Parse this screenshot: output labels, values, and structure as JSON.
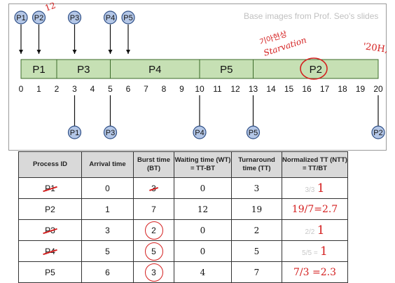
{
  "credit": "Base images from Prof. Seo's slides",
  "gantt": {
    "segments": [
      {
        "label": "P1",
        "start": 0,
        "end": 2
      },
      {
        "label": "P3",
        "start": 2,
        "end": 5
      },
      {
        "label": "P4",
        "start": 5,
        "end": 10
      },
      {
        "label": "P5",
        "start": 10,
        "end": 13
      },
      {
        "label": "P2",
        "start": 13,
        "end": 20
      }
    ],
    "ticks": [
      0,
      1,
      2,
      3,
      4,
      5,
      6,
      7,
      8,
      9,
      10,
      11,
      12,
      13,
      14,
      15,
      16,
      17,
      18,
      19,
      20
    ],
    "arrivals": [
      {
        "label": "P1",
        "time": 0
      },
      {
        "label": "P2",
        "time": 1
      },
      {
        "label": "P3",
        "time": 3
      },
      {
        "label": "P4",
        "time": 5
      },
      {
        "label": "P5",
        "time": 6
      }
    ],
    "completions": [
      {
        "label": "P1",
        "time": 3
      },
      {
        "label": "P3",
        "time": 5
      },
      {
        "label": "P4",
        "time": 10
      },
      {
        "label": "P5",
        "time": 13
      },
      {
        "label": "P2",
        "time": 20
      }
    ],
    "colors": {
      "bar": "#c6e0b4",
      "bar_border": "#3c6b2a",
      "bubble": "#b4c7e7",
      "bubble_border": "#2f4f86",
      "ink": "#d42020"
    }
  },
  "annotations": {
    "top_12": "12",
    "starvation_korean": "기아현상",
    "starvation_en": "Starvation",
    "total_20": "'20H,"
  },
  "table": {
    "headers": [
      "Process ID",
      "Arrival time",
      "Burst time (BT)",
      "Waiting time (WT) = TT-BT",
      "Turnaround time (TT)",
      "Normalized TT (NTT) = TT/BT"
    ],
    "rows": [
      {
        "pid": "P1",
        "arrival": "0",
        "burst": "3",
        "wt": "0",
        "tt": "3",
        "ntt_print": "3/3",
        "ntt_hand": "1"
      },
      {
        "pid": "P2",
        "arrival": "1",
        "burst": "7",
        "wt": "12",
        "tt": "19",
        "ntt_print": "",
        "ntt_hand": "19/7=2.7"
      },
      {
        "pid": "P3",
        "arrival": "3",
        "burst": "2",
        "wt": "0",
        "tt": "2",
        "ntt_print": "2/2",
        "ntt_hand": "1"
      },
      {
        "pid": "P4",
        "arrival": "5",
        "burst": "5",
        "wt": "0",
        "tt": "5",
        "ntt_print": "5/5 =",
        "ntt_hand": "1"
      },
      {
        "pid": "P5",
        "arrival": "6",
        "burst": "3",
        "wt": "4",
        "tt": "7",
        "ntt_print": "",
        "ntt_hand": "7/3 =2.3"
      }
    ]
  }
}
